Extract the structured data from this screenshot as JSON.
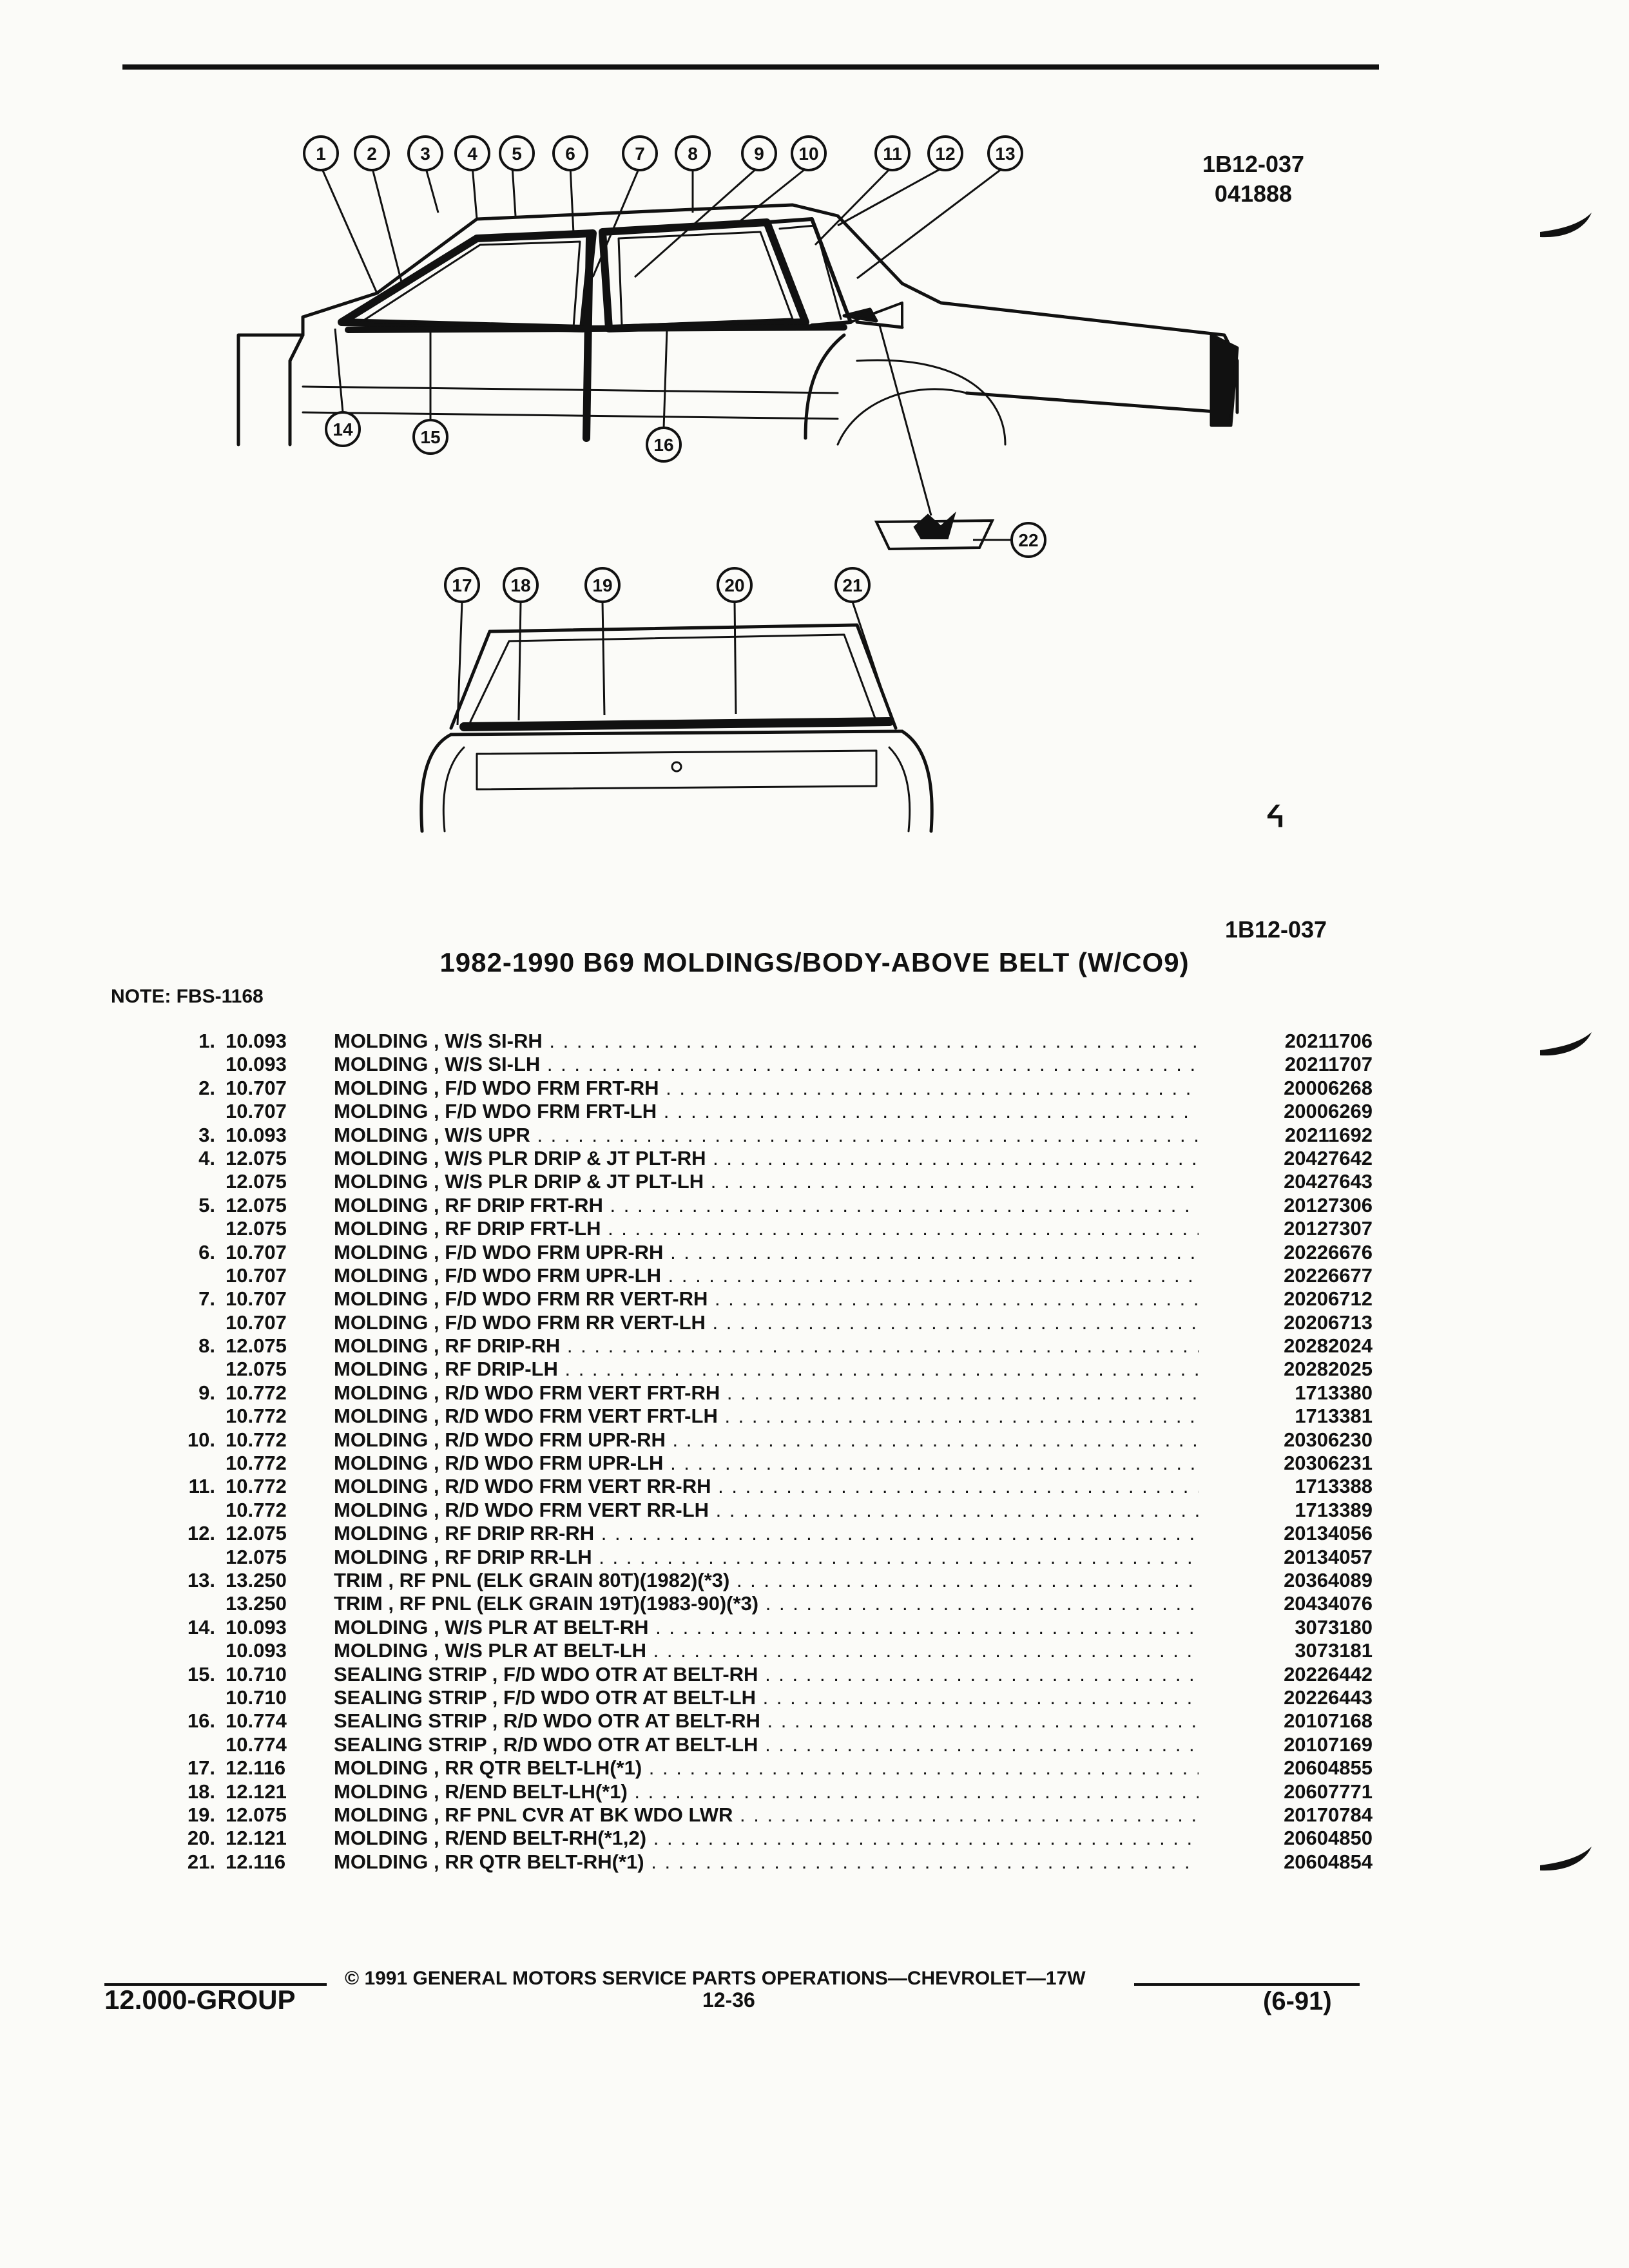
{
  "header": {
    "code1": "1B12-037",
    "code2": "041888",
    "code_bottom": "1B12-037",
    "logo_text": "ᔦ"
  },
  "callouts": [
    "1",
    "2",
    "3",
    "4",
    "5",
    "6",
    "7",
    "8",
    "9",
    "10",
    "11",
    "12",
    "13",
    "14",
    "15",
    "16",
    "17",
    "18",
    "19",
    "20",
    "21",
    "22"
  ],
  "title": "1982-1990 B69 MOLDINGS/BODY-ABOVE BELT (W/CO9)",
  "note": "NOTE: FBS-1168",
  "parts": [
    {
      "idx": "1.",
      "grp": "10.093",
      "desc": "MOLDING , W/S SI-RH",
      "pn": "20211706"
    },
    {
      "idx": "",
      "grp": "10.093",
      "desc": "MOLDING , W/S SI-LH",
      "pn": "20211707"
    },
    {
      "idx": "2.",
      "grp": "10.707",
      "desc": "MOLDING , F/D WDO FRM FRT-RH",
      "pn": "20006268"
    },
    {
      "idx": "",
      "grp": "10.707",
      "desc": "MOLDING , F/D WDO FRM FRT-LH",
      "pn": "20006269"
    },
    {
      "idx": "3.",
      "grp": "10.093",
      "desc": "MOLDING , W/S UPR",
      "pn": "20211692"
    },
    {
      "idx": "4.",
      "grp": "12.075",
      "desc": "MOLDING , W/S PLR DRIP & JT PLT-RH",
      "pn": "20427642"
    },
    {
      "idx": "",
      "grp": "12.075",
      "desc": "MOLDING , W/S PLR DRIP & JT PLT-LH",
      "pn": "20427643"
    },
    {
      "idx": "5.",
      "grp": "12.075",
      "desc": "MOLDING , RF DRIP FRT-RH",
      "pn": "20127306"
    },
    {
      "idx": "",
      "grp": "12.075",
      "desc": "MOLDING , RF DRIP FRT-LH",
      "pn": "20127307"
    },
    {
      "idx": "6.",
      "grp": "10.707",
      "desc": "MOLDING , F/D WDO FRM UPR-RH",
      "pn": "20226676"
    },
    {
      "idx": "",
      "grp": "10.707",
      "desc": "MOLDING , F/D WDO FRM UPR-LH",
      "pn": "20226677"
    },
    {
      "idx": "7.",
      "grp": "10.707",
      "desc": "MOLDING , F/D WDO FRM RR VERT-RH",
      "pn": "20206712"
    },
    {
      "idx": "",
      "grp": "10.707",
      "desc": "MOLDING , F/D WDO FRM RR VERT-LH",
      "pn": "20206713"
    },
    {
      "idx": "8.",
      "grp": "12.075",
      "desc": "MOLDING , RF DRIP-RH",
      "pn": "20282024"
    },
    {
      "idx": "",
      "grp": "12.075",
      "desc": "MOLDING , RF DRIP-LH",
      "pn": "20282025"
    },
    {
      "idx": "9.",
      "grp": "10.772",
      "desc": "MOLDING , R/D WDO FRM VERT FRT-RH",
      "pn": "1713380"
    },
    {
      "idx": "",
      "grp": "10.772",
      "desc": "MOLDING , R/D WDO FRM VERT FRT-LH",
      "pn": "1713381"
    },
    {
      "idx": "10.",
      "grp": "10.772",
      "desc": "MOLDING , R/D WDO FRM UPR-RH",
      "pn": "20306230"
    },
    {
      "idx": "",
      "grp": "10.772",
      "desc": "MOLDING , R/D WDO FRM UPR-LH",
      "pn": "20306231"
    },
    {
      "idx": "11.",
      "grp": "10.772",
      "desc": "MOLDING , R/D WDO FRM VERT RR-RH",
      "pn": "1713388"
    },
    {
      "idx": "",
      "grp": "10.772",
      "desc": "MOLDING , R/D WDO FRM VERT RR-LH",
      "pn": "1713389"
    },
    {
      "idx": "12.",
      "grp": "12.075",
      "desc": "MOLDING , RF DRIP RR-RH",
      "pn": "20134056"
    },
    {
      "idx": "",
      "grp": "12.075",
      "desc": "MOLDING , RF DRIP RR-LH",
      "pn": "20134057"
    },
    {
      "idx": "13.",
      "grp": "13.250",
      "desc": "TRIM , RF PNL (ELK GRAIN 80T)(1982)(*3)",
      "pn": "20364089"
    },
    {
      "idx": "",
      "grp": "13.250",
      "desc": "TRIM , RF PNL (ELK GRAIN 19T)(1983-90)(*3)",
      "pn": "20434076"
    },
    {
      "idx": "14.",
      "grp": "10.093",
      "desc": "MOLDING , W/S PLR AT BELT-RH",
      "pn": "3073180"
    },
    {
      "idx": "",
      "grp": "10.093",
      "desc": "MOLDING , W/S PLR AT BELT-LH",
      "pn": "3073181"
    },
    {
      "idx": "15.",
      "grp": "10.710",
      "desc": "SEALING STRIP , F/D WDO OTR AT BELT-RH",
      "pn": "20226442"
    },
    {
      "idx": "",
      "grp": "10.710",
      "desc": "SEALING STRIP , F/D WDO OTR AT BELT-LH",
      "pn": "20226443"
    },
    {
      "idx": "16.",
      "grp": "10.774",
      "desc": "SEALING STRIP , R/D WDO OTR AT BELT-RH",
      "pn": "20107168"
    },
    {
      "idx": "",
      "grp": "10.774",
      "desc": "SEALING STRIP , R/D WDO OTR AT BELT-LH",
      "pn": "20107169"
    },
    {
      "idx": "17.",
      "grp": "12.116",
      "desc": "MOLDING , RR QTR BELT-LH(*1)",
      "pn": "20604855"
    },
    {
      "idx": "18.",
      "grp": "12.121",
      "desc": "MOLDING , R/END BELT-LH(*1)",
      "pn": "20607771"
    },
    {
      "idx": "19.",
      "grp": "12.075",
      "desc": "MOLDING , RF PNL CVR AT BK WDO LWR",
      "pn": "20170784"
    },
    {
      "idx": "20.",
      "grp": "12.121",
      "desc": "MOLDING , R/END BELT-RH(*1,2)",
      "pn": "20604850"
    },
    {
      "idx": "21.",
      "grp": "12.116",
      "desc": "MOLDING , RR QTR BELT-RH(*1)",
      "pn": "20604854"
    }
  ],
  "footer": {
    "copyright": "© 1991 GENERAL MOTORS SERVICE PARTS OPERATIONS—CHEVROLET—17W",
    "group": "12.000-GROUP",
    "page": "12-36",
    "revision": "(6-91)"
  }
}
